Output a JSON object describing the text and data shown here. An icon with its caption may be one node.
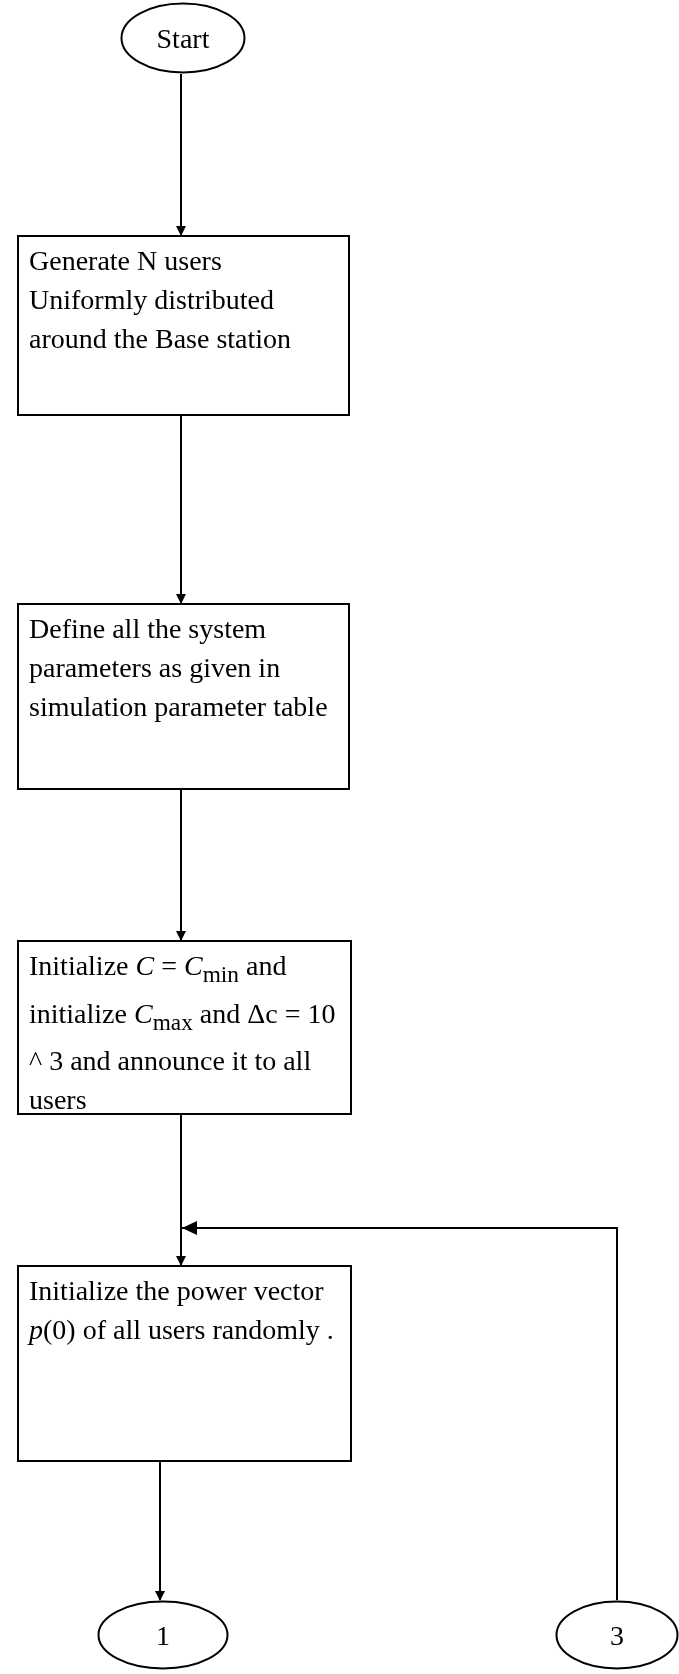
{
  "diagram": {
    "nodes": [
      {
        "text": [
          "Start"
        ]
      },
      {
        "text": [
          "Generate N users Uniformly distributed around the Base station"
        ]
      },
      {
        "text": [
          "Define all the system parameters  as given in simulation parameter table"
        ]
      },
      {
        "text": [
          "Initialize *C* = *C*$_{min}$ and initialize *C*$_{max}$ and Δc = 10 ^ 3 and announce it to all users"
        ]
      },
      {
        "text": [
          "Initialize the power vector *p*(0) of all users randomly ."
        ]
      },
      {
        "text": [
          "1"
        ]
      },
      {
        "text": [
          "3"
        ]
      }
    ],
    "edges": [
      {
        "from": 0,
        "to": 1,
        "arrow": "to"
      },
      {
        "from": 1,
        "to": 2,
        "arrow": "to"
      },
      {
        "from": 2,
        "to": 3,
        "arrow": "to"
      },
      {
        "from": 3,
        "to": 4,
        "arrow": "to"
      },
      {
        "from": 4,
        "to": 5,
        "arrow": "to"
      },
      {
        "from": 6,
        "to": 4,
        "arrow": "to"
      }
    ]
  }
}
